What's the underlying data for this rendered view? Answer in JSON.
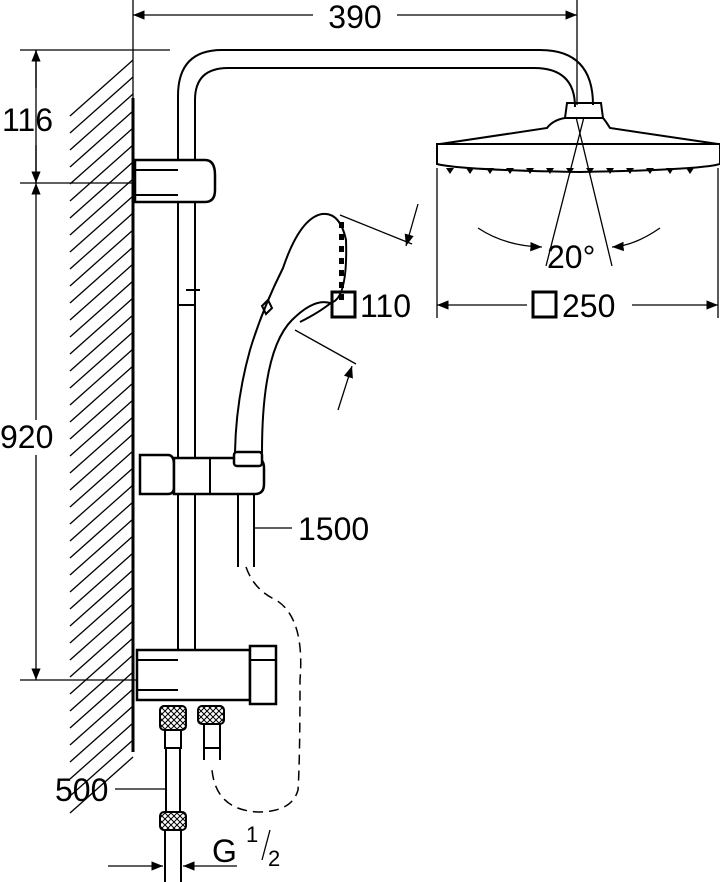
{
  "dimensions": {
    "width_total": "390",
    "height_arm": "116",
    "height_bar": "920",
    "hose_length": "1500",
    "supply_length": "500",
    "head_angle": "20°",
    "hand_shower_size": "110",
    "head_shower_size": "250"
  },
  "connection": {
    "thread_prefix": "G",
    "thread_numerator": "1",
    "thread_denominator": "2"
  },
  "colors": {
    "line": "#000000",
    "background": "#ffffff"
  },
  "icons": {
    "square_symbol": "square-outline-icon",
    "arrow": "arrowhead-icon"
  }
}
